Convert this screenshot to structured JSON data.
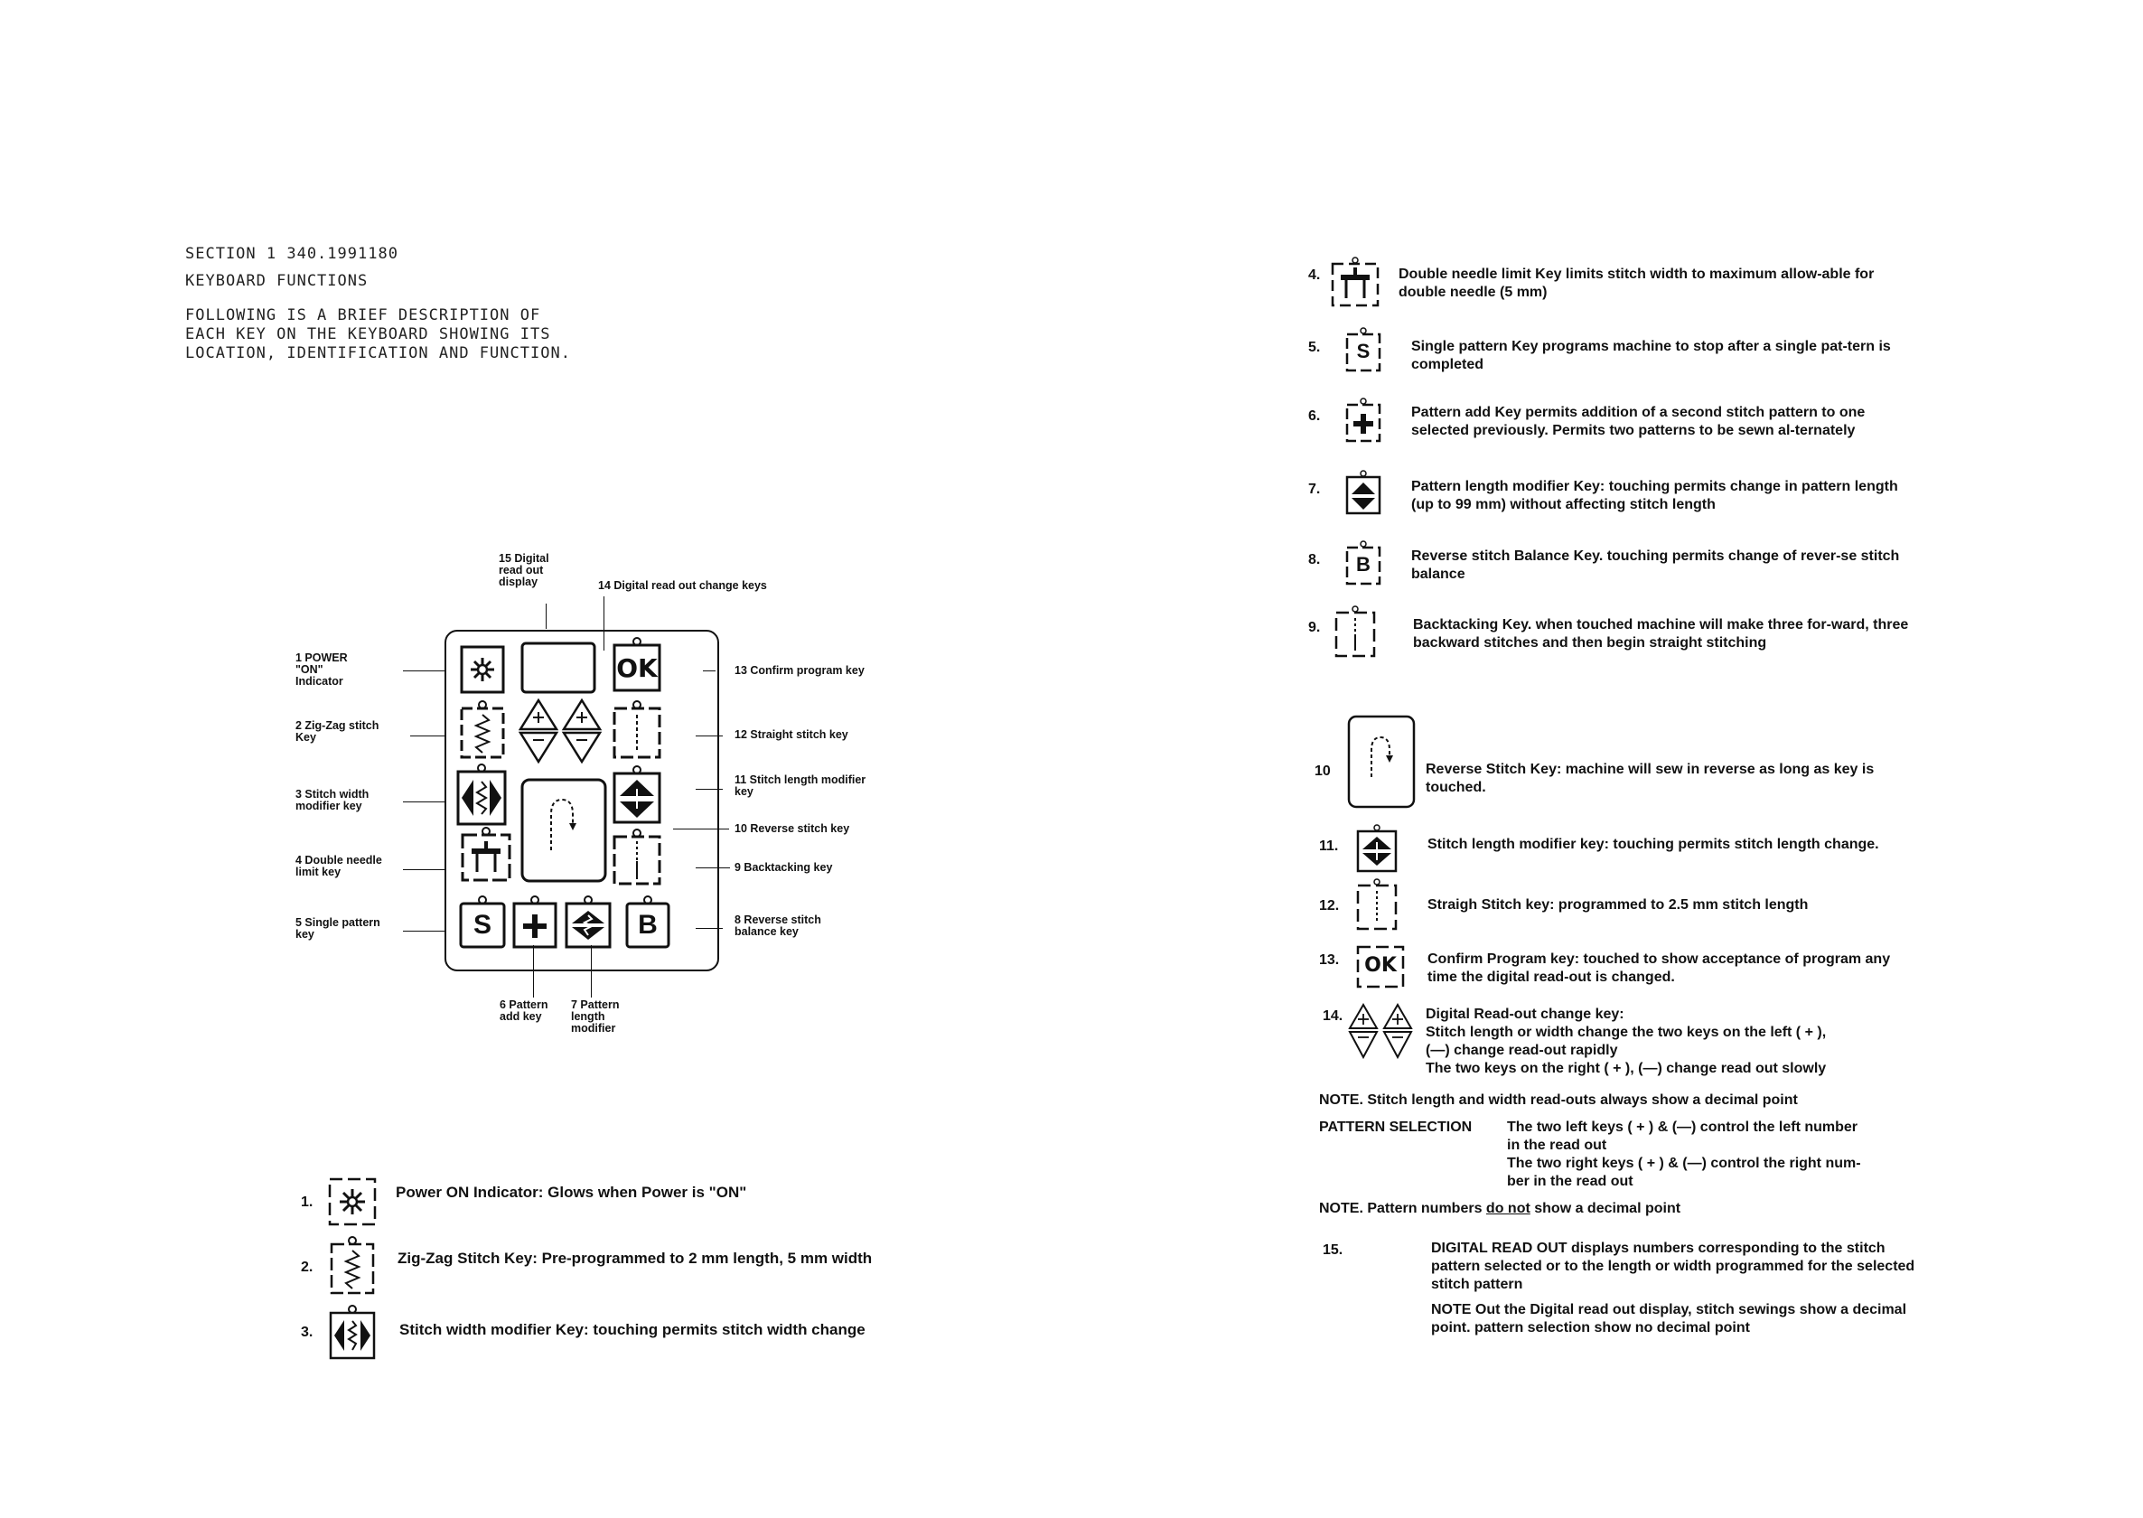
{
  "header": {
    "line1": "SECTION 1     340.1991180",
    "line2": "KEYBOARD FUNCTIONS",
    "line3": "FOLLOWING IS A BRIEF DESCRIPTION OF",
    "line4": "EACH KEY ON THE KEYBOARD SHOWING ITS",
    "line5": "LOCATION, IDENTIFICATION AND FUNCTION."
  },
  "diagram": {
    "callouts": {
      "c15": [
        "15 Digital",
        "read out",
        "display"
      ],
      "c14": "14 Digital read out change keys",
      "c1": [
        "1 POWER",
        "\"ON\"",
        "Indicator"
      ],
      "c2": [
        "2 Zig-Zag stitch",
        "Key"
      ],
      "c3": [
        "3 Stitch width",
        "modifier key"
      ],
      "c4": [
        "4 Double needle",
        "limit key"
      ],
      "c5": [
        "5 Single pattern",
        "key"
      ],
      "c13": "13 Confirm program key",
      "c12": "12 Straight stitch key",
      "c11": [
        "11 Stitch length modifier",
        "key"
      ],
      "c10": "10 Reverse stitch key",
      "c9": "9 Backtacking key",
      "c8": [
        "8 Reverse stitch",
        "balance key"
      ],
      "c6": [
        "6 Pattern",
        "add key"
      ],
      "c7": [
        "7 Pattern",
        "length",
        "modifier"
      ]
    },
    "keys": {
      "ok": "OK",
      "s": "S",
      "b": "B",
      "plus": "+"
    }
  },
  "left_list": [
    {
      "num": "1.",
      "text": "Power ON Indicator: Glows when Power is \"ON\"",
      "icon": "sun-icon"
    },
    {
      "num": "2.",
      "text": "Zig-Zag Stitch Key: Pre-programmed to 2 mm length, 5 mm width",
      "icon": "zigzag-icon"
    },
    {
      "num": "3.",
      "text": "Stitch width modifier Key: touching permits stitch width change",
      "icon": "width-modifier-icon"
    }
  ],
  "right_list": [
    {
      "num": "4.",
      "text": "Double needle limit Key limits stitch width to maximum allow-able for double needle (5 mm)",
      "icon": "double-needle-icon"
    },
    {
      "num": "5.",
      "text": "Single pattern Key programs machine to stop after a single pat-tern is completed",
      "icon": "single-pattern-icon",
      "key": "S"
    },
    {
      "num": "6.",
      "text": "Pattern add Key permits addition of a second stitch pattern to one selected previously. Permits two patterns to be sewn al-ternately",
      "icon": "pattern-add-icon",
      "key": "+"
    },
    {
      "num": "7.",
      "text": "Pattern length modifier Key: touching permits change in pattern length (up to 99 mm) without affecting stitch length",
      "icon": "pattern-length-icon"
    },
    {
      "num": "8.",
      "text": "Reverse stitch Balance Key. touching permits change of rever-se stitch balance",
      "icon": "balance-icon",
      "key": "B"
    },
    {
      "num": "9.",
      "text": "Backtacking Key. when touched machine will make three for-ward, three backward stitches and then begin straight stitching",
      "icon": "backtack-icon"
    },
    {
      "num": "10",
      "text": "Reverse Stitch Key: machine will sew in reverse as long as key is touched.",
      "icon": "reverse-stitch-icon"
    },
    {
      "num": "11.",
      "text": "Stitch length modifier key: touching permits stitch length change.",
      "icon": "length-modifier-icon"
    },
    {
      "num": "12.",
      "text": "Straigh Stitch key: programmed to 2.5 mm stitch length",
      "icon": "straight-stitch-icon"
    },
    {
      "num": "13.",
      "text": "Confirm Program key: touched to show acceptance of program any time the digital read-out is changed.",
      "icon": "ok-icon",
      "key": "OK"
    },
    {
      "num": "14.",
      "text_lines": [
        "Digital Read-out change key:",
        "Stitch length or width change  the two keys on the left ( + ),",
        "(—) change read-out rapidly",
        "The two keys on the right ( + ), (—) change read out slowly"
      ],
      "icon": "plus-minus-icon"
    }
  ],
  "notes": {
    "note1": "NOTE. Stitch length and width read-outs always show a decimal point",
    "pattern_label": "PATTERN SELECTION",
    "pattern_lines": [
      "The two left keys ( + ) & (—) control the left number",
      "in the read out",
      "The two right keys ( + ) & (—) control the right num-",
      "ber in the read out"
    ],
    "note2_prefix": "NOTE. Pattern numbers ",
    "note2_underline": "do not",
    "note2_suffix": " show a decimal point",
    "item15_num": "15.",
    "item15_text": "DIGITAL READ OUT displays numbers corresponding to the stitch pattern selected or to the length or width programmed for the selected stitch pattern",
    "item15_note": "NOTE Out the Digital read out display, stitch sewings show a decimal point. pattern selection show no decimal point"
  }
}
